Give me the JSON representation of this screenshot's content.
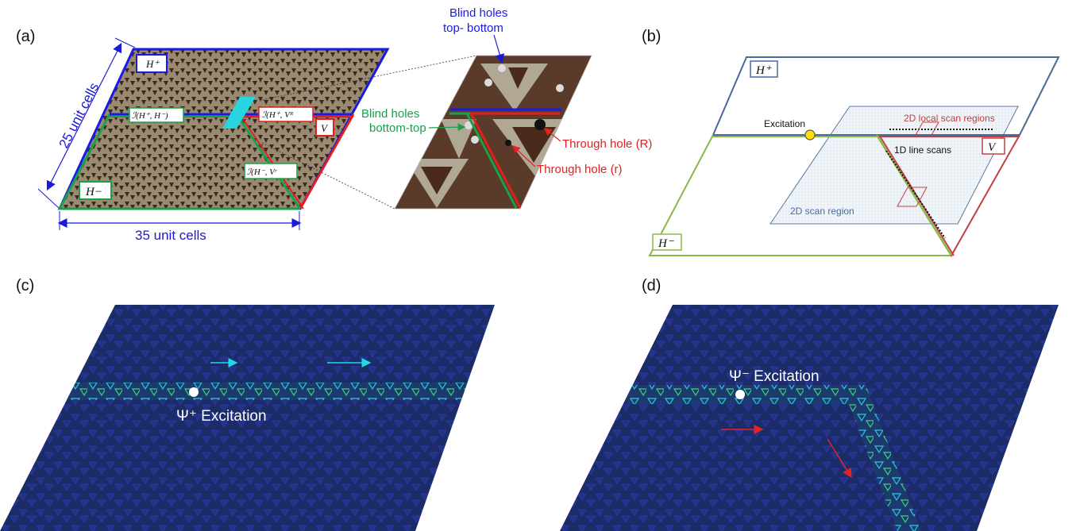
{
  "panels": {
    "a": {
      "label": "(a)",
      "height_label": "25 unit cells",
      "width_label": "35 unit cells",
      "domain_Hplus": "H⁺",
      "domain_Hminus": "H−",
      "domain_V": "V",
      "iface_HH": "ℐ(H⁺, H⁻)",
      "iface_HpV": "ℐ(H⁺, Vᴿ",
      "iface_HmV": "ℐ(H⁻, Vʳ",
      "inset": {
        "blind_top_bottom": [
          "Blind holes",
          "top- bottom"
        ],
        "blind_bottom_top": [
          "Blind holes",
          "bottom-top"
        ],
        "through_R": "Through hole (R)",
        "through_r": "Through hole (r)"
      }
    },
    "b": {
      "label": "(b)",
      "domain_Hplus": "H⁺",
      "domain_Hminus": "H⁻",
      "domain_V": "V",
      "excitation": "Excitation",
      "local_scan": "2D local scan regions",
      "line_scans": "1D line scans",
      "scan_region": "2D scan region"
    },
    "c": {
      "label": "(c)",
      "excitation": "Ψ⁺ Excitation"
    },
    "d": {
      "label": "(d)",
      "excitation": "Ψ⁻ Excitation"
    }
  },
  "colors": {
    "blue_interface": "#1a1ae6",
    "red_interface": "#e02020",
    "green_interface": "#1aa04a",
    "dim_arrow": "#1a1ad8",
    "field_bg": "#1a2d6a",
    "cyan_arrow": "#20d8e8",
    "red_arrow": "#e02424",
    "schematic_blue": "#4a6a9a",
    "schematic_green": "#8ab848",
    "schematic_red": "#c04040",
    "excitation_dot": "#ffe000"
  }
}
